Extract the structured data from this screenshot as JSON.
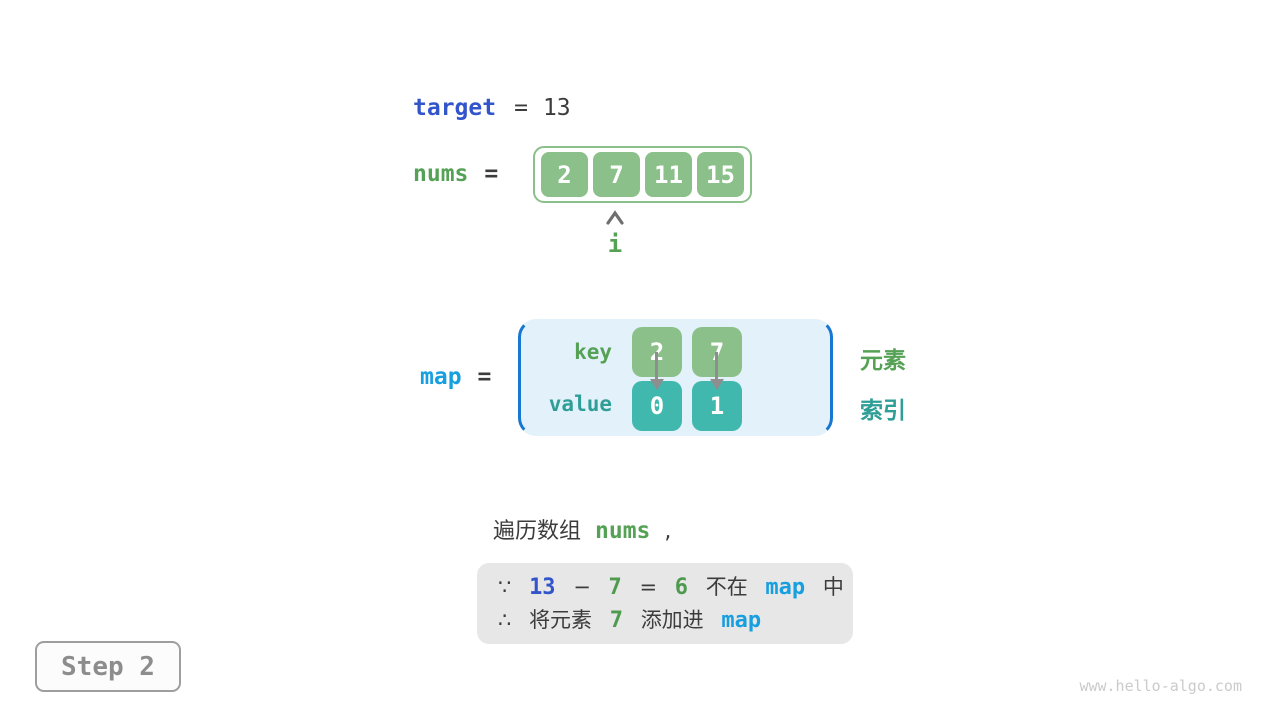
{
  "target": {
    "label": "target",
    "equals": "=",
    "value": "13"
  },
  "nums": {
    "label": "nums",
    "equals": "=",
    "values": [
      "2",
      "7",
      "11",
      "15"
    ],
    "pointer_label": "i"
  },
  "map": {
    "label": "map",
    "equals": "=",
    "key_label": "key",
    "value_label": "value",
    "entries": [
      {
        "key": "2",
        "value": "0"
      },
      {
        "key": "7",
        "value": "1"
      }
    ],
    "element_label": "元素",
    "index_label": "索引"
  },
  "caption": {
    "prefix": "遍历数组",
    "code": "nums",
    "comma": ","
  },
  "note": {
    "line1": {
      "because": "∵",
      "minuend": "13",
      "minus": "−",
      "subtrahend": "7",
      "equals": "=",
      "difference": "6",
      "not_in": "不在",
      "map": "map",
      "suffix": "中"
    },
    "line2": {
      "therefore": "∴",
      "text_before": "将元素",
      "num": "7",
      "text_after": "添加进",
      "map": "map"
    }
  },
  "step": {
    "label": "Step 2"
  },
  "watermark": "www.hello-algo.com",
  "colors": {
    "indigo_keyword": "#3355cb",
    "green_keyword": "#55a155",
    "azure_keyword": "#189fdf",
    "teal_keyword": "#2f9e96",
    "green_box": "#8cc08a",
    "teal_box": "#41b8ae",
    "map_fill": "#e3f1fa",
    "map_bracket": "#1877d2",
    "dark_text": "#3c3c3c",
    "note_bg": "#e7e7e7",
    "arrow_gray": "#8e8e8e"
  }
}
